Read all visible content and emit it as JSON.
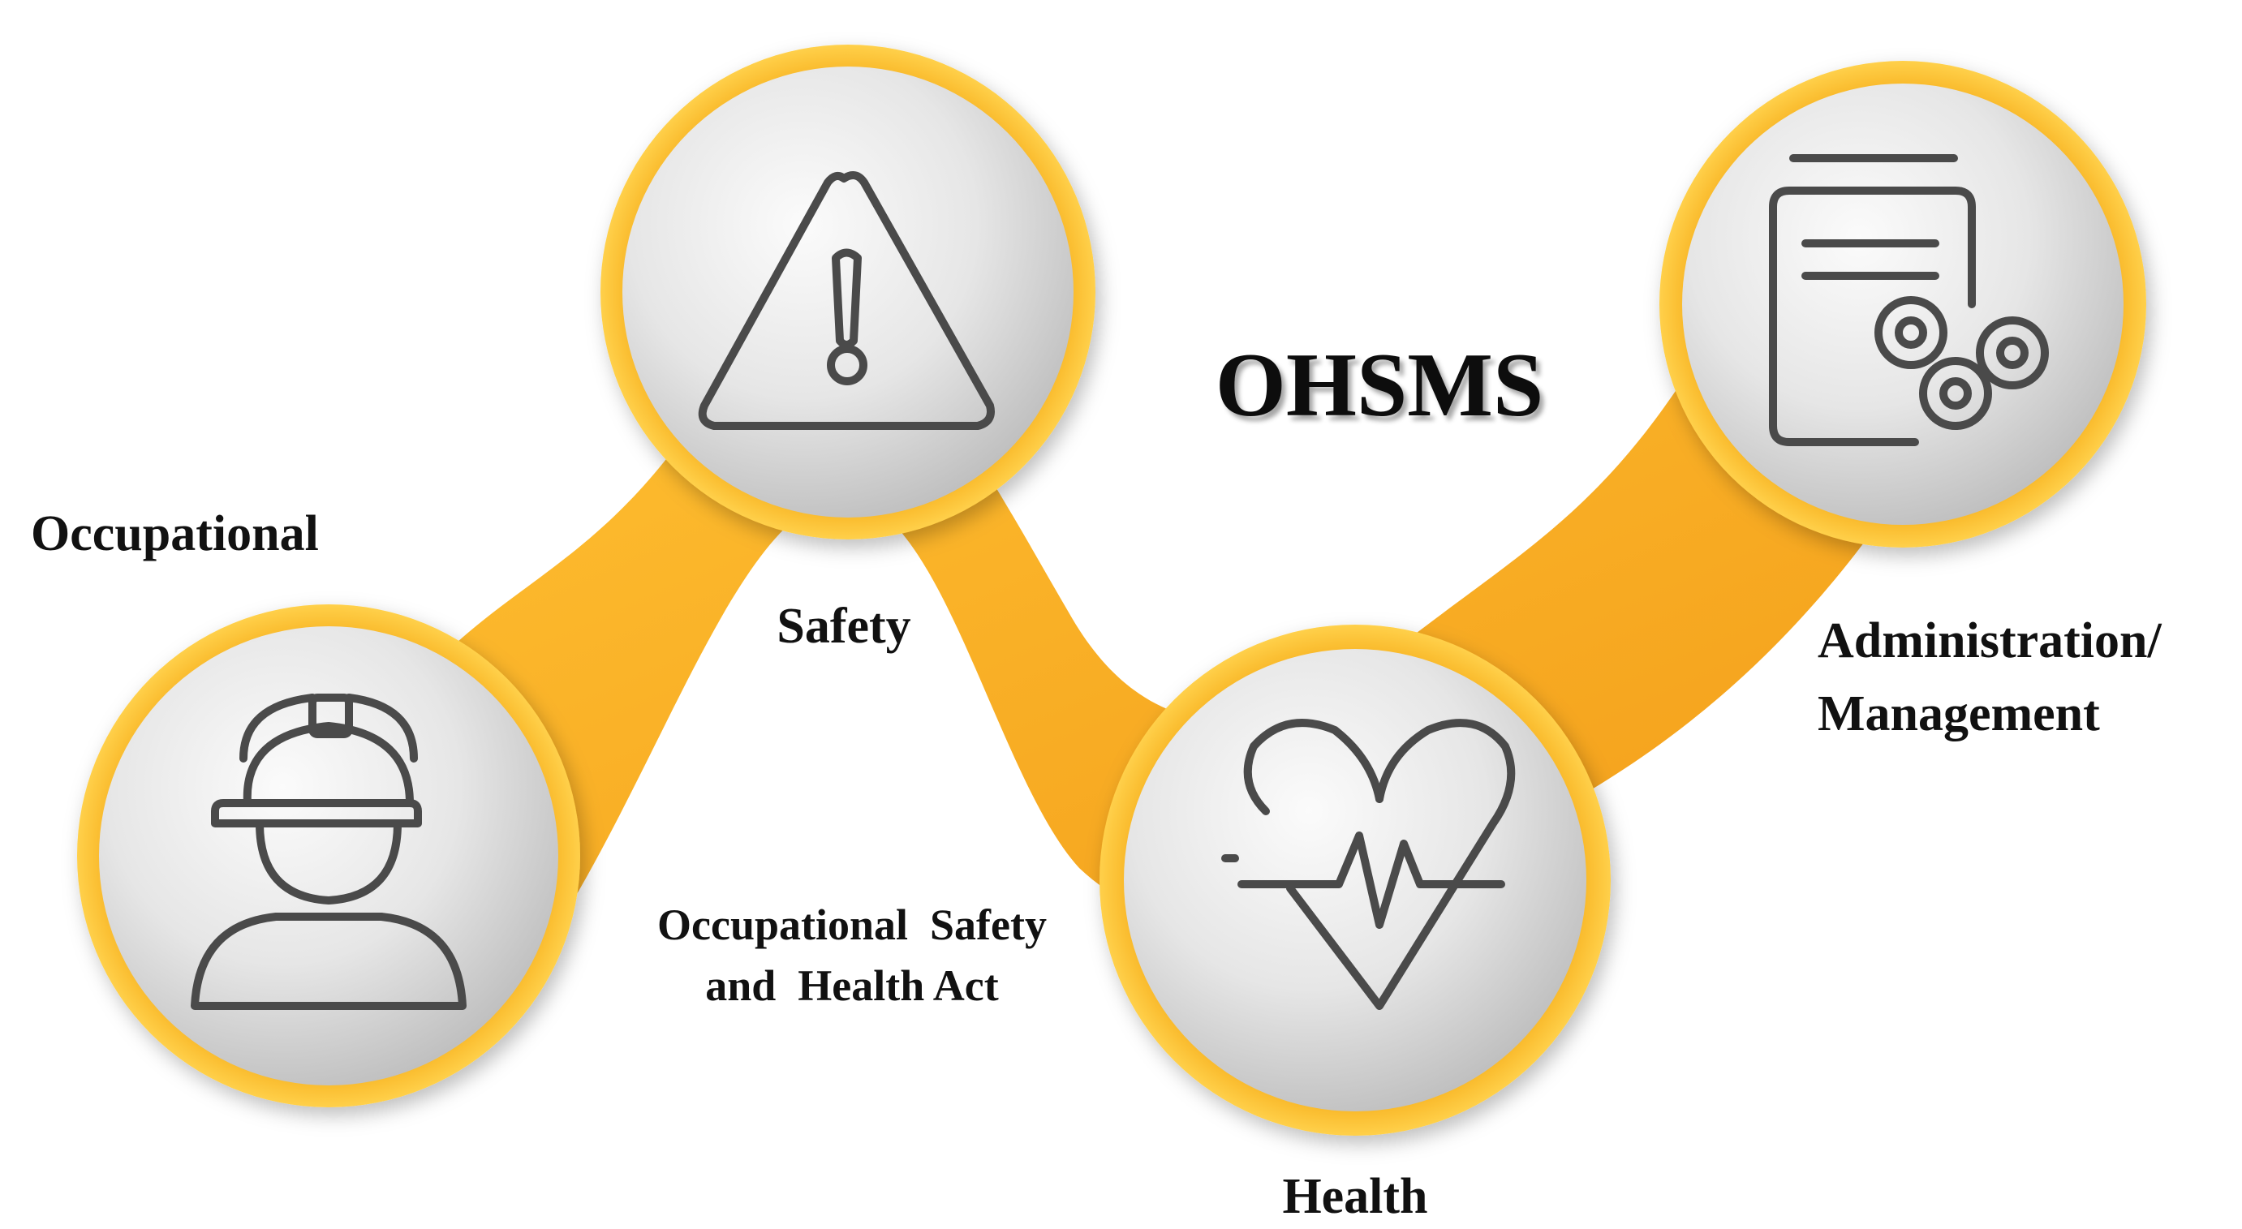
{
  "title": "OHSMS",
  "colors": {
    "band": "#f6ad1e",
    "band_dark": "#e8941a",
    "band_light": "#ffcf3c",
    "icon": "#4a4a4a",
    "disc_light": "#f6f6f6",
    "disc_dark": "#c9c9c9"
  },
  "nodes": [
    {
      "key": "occupational",
      "icon": "worker-hardhat-icon",
      "label": "Occupational"
    },
    {
      "key": "safety",
      "icon": "warning-triangle-icon",
      "label": "Safety"
    },
    {
      "key": "health",
      "icon": "heartbeat-icon",
      "label": "Health"
    },
    {
      "key": "administration",
      "icon": "document-gears-icon",
      "label_lines": [
        "Administration/",
        "Management"
      ]
    }
  ],
  "act_label_lines": [
    "Occupational  Safety",
    "and  Health Act"
  ]
}
